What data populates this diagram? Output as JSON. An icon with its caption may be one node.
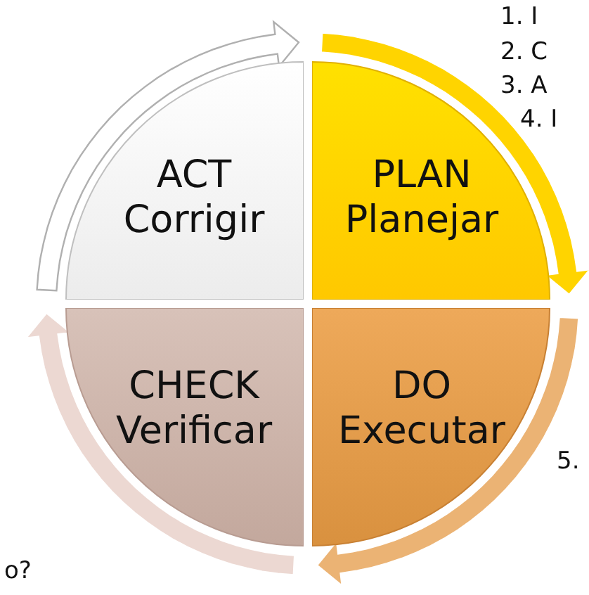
{
  "diagram": {
    "nodes": [
      {
        "text": [
          "ACT",
          "Corrigir"
        ]
      },
      {
        "text": [
          "PLAN",
          "Planejar"
        ]
      },
      {
        "text": [
          "CHECK",
          "Verificar"
        ]
      },
      {
        "text": [
          "DO",
          "Executar"
        ]
      }
    ],
    "edges": [
      {
        "from": 0,
        "to": 1,
        "arrow": "to",
        "style": "thick",
        "color": "#ffffff"
      },
      {
        "from": 1,
        "to": 3,
        "arrow": "to",
        "style": "thick",
        "color": "#ffd400"
      },
      {
        "from": 3,
        "to": 2,
        "arrow": "to",
        "style": "thick",
        "color": "#ebb374"
      },
      {
        "from": 2,
        "to": 0,
        "arrow": "to",
        "style": "thick",
        "color": "#ecd8d2"
      }
    ],
    "labels": [
      "1. I",
      "2. C",
      "3. A",
      "4. I",
      "5.",
      "o?"
    ]
  }
}
